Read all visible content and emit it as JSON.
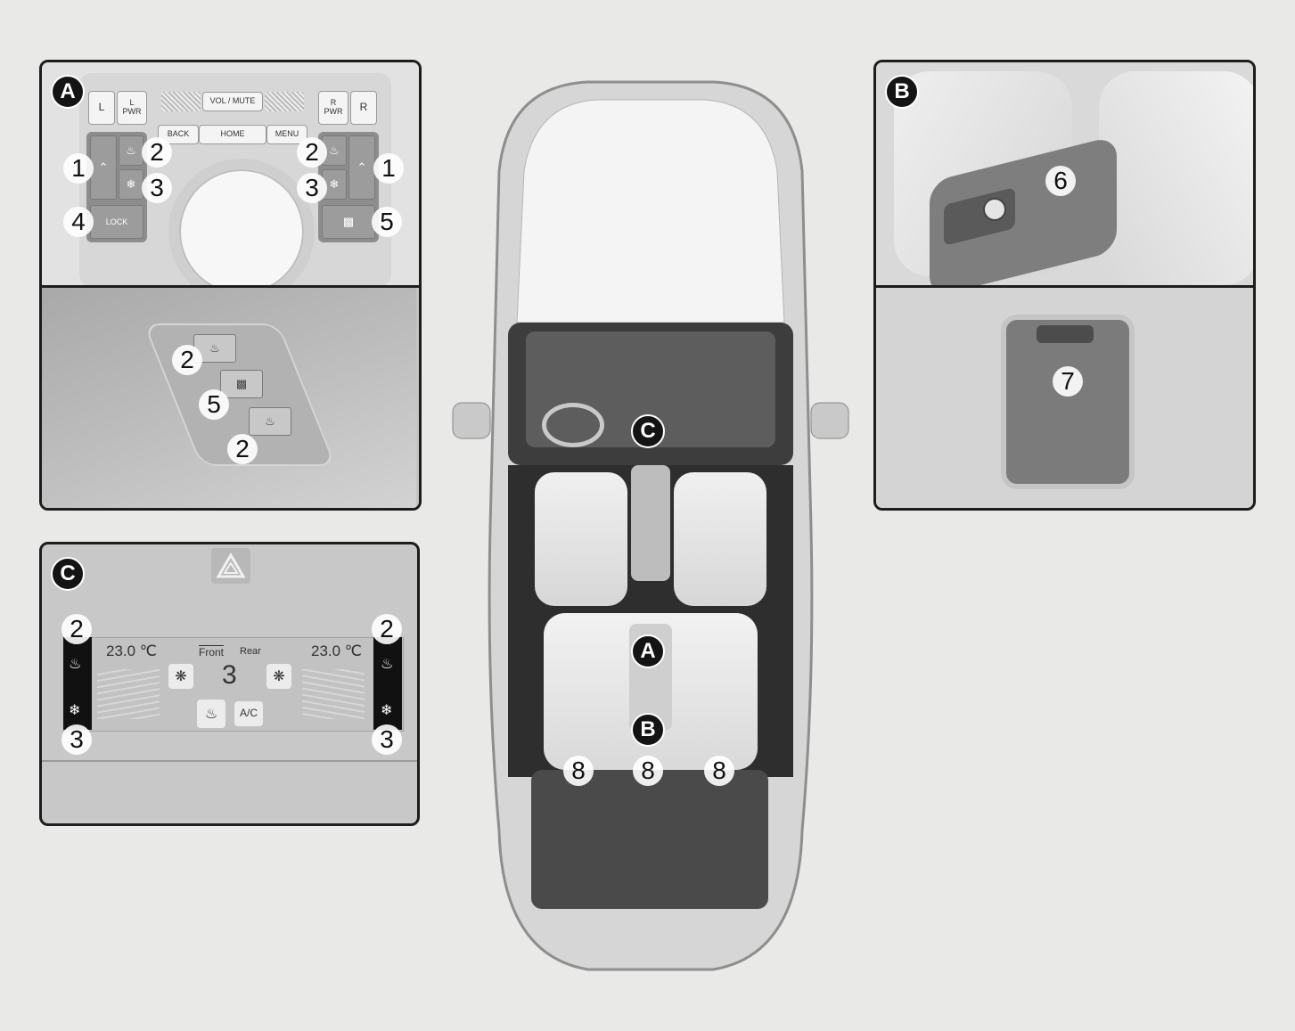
{
  "badges": {
    "a": "A",
    "b": "B",
    "c": "C"
  },
  "panel_a": {
    "keys": {
      "l": "L",
      "l_pwr": "L\nPWR",
      "vol_mute": "VOL / MUTE",
      "r_pwr": "R\nPWR",
      "r": "R",
      "back": "BACK",
      "home": "HOME",
      "menu": "MENU",
      "lock": "LOCK"
    },
    "callouts": {
      "n1": "1",
      "n2": "2",
      "n3": "3",
      "n4": "4",
      "n5": "5"
    }
  },
  "panel_b": {
    "callouts": {
      "n6": "6",
      "n7": "7"
    }
  },
  "panel_c": {
    "temp_left": "23.0 ℃",
    "temp_right": "23.0 ℃",
    "front_label": "Front",
    "rear_label": "Rear",
    "fan_speed": "3",
    "ac_label": "A/C",
    "callouts": {
      "n2": "2",
      "n3": "3"
    }
  },
  "car": {
    "callouts": {
      "a": "A",
      "b": "B",
      "c": "C",
      "n8": "8"
    }
  },
  "colors": {
    "frame": "#1d1d1d",
    "badge": "#141414",
    "background": "#e9e9e8",
    "display": "#c2c2c2"
  }
}
